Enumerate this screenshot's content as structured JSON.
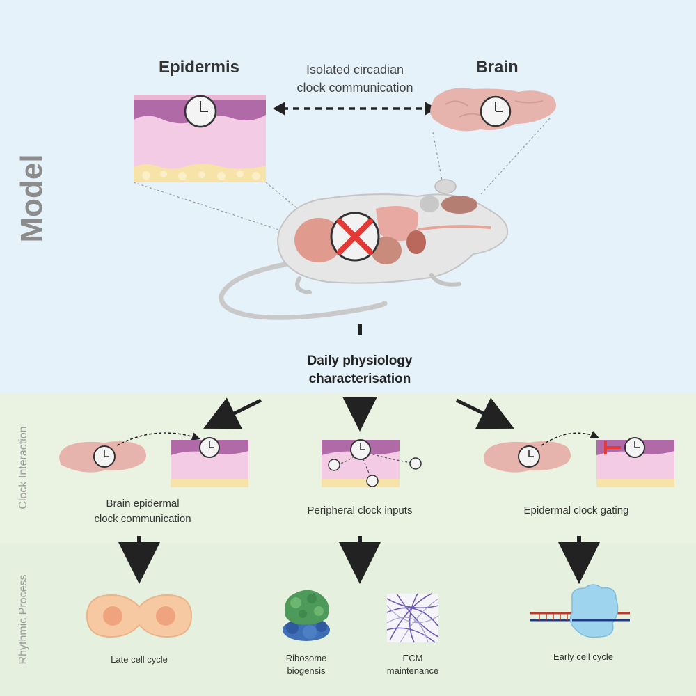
{
  "colors": {
    "model_bg": "#e6f2f9",
    "clock_bg": "#eaf3e2",
    "rhythm_bg": "#e6f0de",
    "skin_pink": "#f3cbe5",
    "skin_purple": "#b06aa8",
    "skin_fat": "#f7e2a8",
    "brain": "#e6b4ac",
    "arrow": "#222222",
    "inhibit": "#e53935",
    "cross": "#e53935",
    "section_label": "#8c8c8c"
  },
  "model": {
    "section_label": "Model",
    "epidermis_title": "Epidermis",
    "brain_title": "Brain",
    "communication_line1": "Isolated circadian",
    "communication_line2": "clock communication",
    "physiology_line1": "Daily physiology",
    "physiology_line2": "characterisation"
  },
  "clock_interaction": {
    "section_label": "Clock Interaction",
    "panels": [
      {
        "line1": "Brain epidermal",
        "line2": "clock communication"
      },
      {
        "line1": "Peripheral clock inputs",
        "line2": ""
      },
      {
        "line1": "Epidermal clock gating",
        "line2": ""
      }
    ]
  },
  "rhythmic_process": {
    "section_label": "Rhythmic Process",
    "items": [
      {
        "line1": "Late cell cycle",
        "line2": ""
      },
      {
        "line1": "Ribosome",
        "line2": "biogensis"
      },
      {
        "line1": "ECM",
        "line2": "maintenance"
      },
      {
        "line1": "Early cell cycle",
        "line2": ""
      }
    ]
  }
}
